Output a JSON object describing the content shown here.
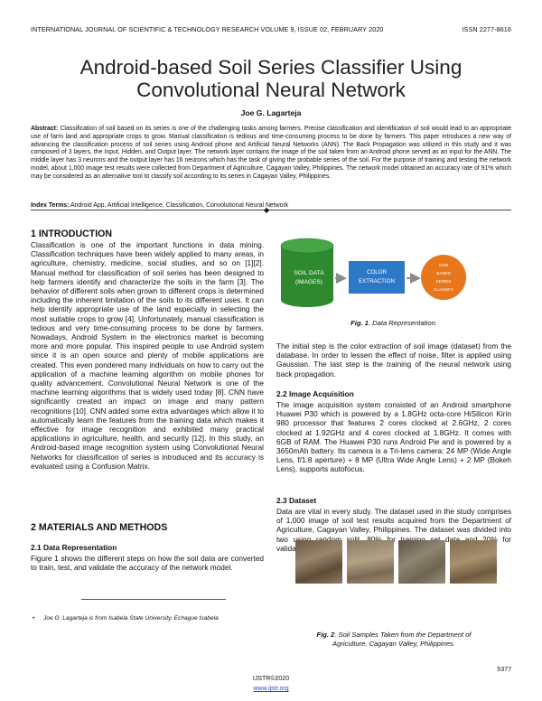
{
  "header": {
    "journal": "INTERNATIONAL JOURNAL OF SCIENTIFIC & TECHNOLOGY RESEARCH VOLUME 9, ISSUE 02, FEBRUARY 2020",
    "issn": "ISSN 2277-8616"
  },
  "title_line1": "Android-based Soil Series Classifier Using",
  "title_line2": "Convolutional Neural Network",
  "author": "Joe G. Lagarteja",
  "abstract_label": "Abstract:",
  "abstract_text": "Classification of soil based on its series is one of the challenging tasks among farmers. Precise classification and identification of soil would lead to an appropriate use of farm land and appropriate crops to grow. Manual classification is tedious and time-consuming process to be done by farmers. This paper introduces a new way of advancing the classification process of soil series using Android phone and Artificial Neural Networks (ANN). The Back Propagation was utilized in this study and it was composed of 3 layers, the Input, Hidden, and Output layer. The network layer contains the image of the soil taken from an Android phone served as an input for the ANN. The middle layer has 3 neurons and the output layer has 16 neurons which has the task of giving the probable series of the soil. For the purpose of training and testing the network model, about 1,000 image test results were collected from Department of Agriculture, Cagayan Valley, Philippines. The network model obtained an accuracy rate of 91% which may be considered as an alternative tool to classify soil according to its series in Cagayan Valley, Philippines.",
  "keywords_label": "Index Terms:",
  "keywords_text": "Android App, Artificial Intelligence, Classification, Convolutional Neural Network",
  "divider_glyph": "◆",
  "sec1_heading": "1   INTRODUCTION",
  "sec1_text": "Classification is one of the important functions in data mining. Classification techniques have been widely applied to many areas, in agriculture, chemistry, medicine, social studies, and so on [1][2]. Manual method for classification of soil series has been designed to help farmers identify and characterize the soils in the farm [3]. The behavior of different soils when grown to different crops is determined including the inherent limitation of the soils to its different uses. It can help identify appropriate use of the land especially in selecting the most suitable crops to grow [4]. Unfortunately, manual classification is tedious and very time-consuming process to be done by farmers. Nowadays, Android System in the electronics market is becoming more and more popular. This inspired people to use Android system since it is an open source and plenty of mobile applications are created. This even pondered many individuals on how to carry out the application of a machine learning algorithm on mobile phones for quality advancement. Convolutional Neural Network is one of the machine learning algorithms that is widely used today [8]. CNN have significantly created an impact on image and many pattern recognitions [10]. CNN added some extra advantages which allow it to automatically learn the features from the training data which makes it effective for image recognition and exhibited many practical applications in agriculture, health, and security [12]. In this study, an Android-based image recognition system using Convolutional Neural Networks for classification of series is introduced and its accuracy is evaluated using a Confusion Matrix.",
  "sec2_heading": "2 MATERIALS AND METHODS",
  "sec21_heading": "2.1 Data Representation",
  "sec21_text": "Figure 1 shows the different steps on how the soil data are converted to train, test, and validate the accuracy of the network model.",
  "footnote_bullet": "•",
  "footnote": "Joe G. Lagarteja is from Isabela State University, Echague Isabela",
  "fig1": {
    "db_line1": "SOIL DATA",
    "db_line2": "(IMAGES)",
    "box_line1": "COLOR",
    "box_line2": "EXTRACTION",
    "circle_line1": "CNN",
    "circle_line2": "BASED",
    "circle_line3": "SERIES",
    "circle_line4": "CLASSIFY",
    "caption_label": "Fig. 1",
    "caption_text": ". Data Representation."
  },
  "fig1_para": "The initial step is the color extraction of soil image (dataset) from the database. In order to lessen the effect of noise, filter is applied using Gaussian. The last step is the training of the neural network using back propagation.",
  "sec22_heading": "2.2 Image Acquisition",
  "sec22_text": "The image acquisition system consisted of an Android smartphone Huawei P30 which is powered by a 1.8GHz octa-core HiSilicon Kirin 980 processor that features 2 cores clocked at 2.6GHz, 2 cores clocked at 1.92GHz and 4 cores clocked at 1.8GHz. It comes with 6GB of RAM. The Huawei P30 runs Android Pie and is powered by a 3650mAh battery. Its camera is a Tri-lens camera: 24 MP (Wide Angle Lens, f/1.8 aperture) + 8 MP (Ultra Wide Angle Lens) + 2 MP (Bokeh Lens), supports autofocus.",
  "sec23_heading": "2.3 Dataset",
  "sec23_text": "Data are vital in every study. The dataset used in the study comprises of 1,000 image of soil test results acquired from the Department of Agriculture, Cagayan Valley, Philippines. The dataset was divided into two using random split, 80% for training set data and 20% for validation set data.",
  "fig2": {
    "caption_label": "Fig. 2",
    "caption_line1": ". Soil Samples Taken from the Department of",
    "caption_line2": "Agriculture, Cagayan Valley, Philippines."
  },
  "page_number": "5377",
  "footer_org": "IJSTR©2020",
  "footer_url": "www.ijstr.org",
  "colors": {
    "db_green": "#2f8a2f",
    "box_blue": "#2e78c8",
    "circle_orange": "#e8771c",
    "link_blue": "#2a4bd7"
  }
}
